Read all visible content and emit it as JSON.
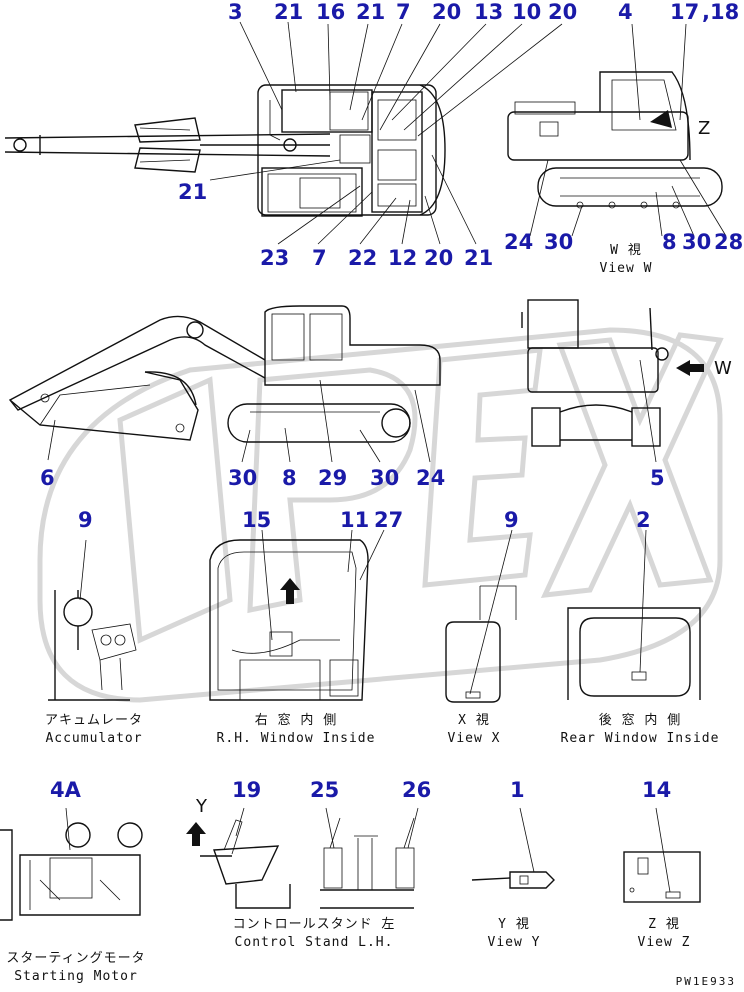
{
  "watermark_text": "OPEX",
  "document_code": "PW1E933",
  "view_marker_w": "W",
  "view_marker_z": "Z",
  "view_marker_y": "Y",
  "callouts": {
    "top_view": [
      "3",
      "21",
      "16",
      "21",
      "7",
      "20",
      "13",
      "10",
      "20",
      "21",
      "23",
      "7",
      "22",
      "12",
      "20",
      "21"
    ],
    "view_w": [
      "4",
      "17",
      ",18",
      "24",
      "30",
      "8",
      "30",
      "28"
    ],
    "side_view": [
      "6",
      "30",
      "8",
      "29",
      "30",
      "24"
    ],
    "rear_view": [
      "5"
    ],
    "accumulator": [
      "9"
    ],
    "rh_window": [
      "15",
      "11",
      "27"
    ],
    "view_x": [
      "9"
    ],
    "rear_window": [
      "2"
    ],
    "starting_motor": [
      "4A"
    ],
    "control_stand": [
      "19",
      "25",
      "26"
    ],
    "view_y": [
      "1"
    ],
    "view_z": [
      "14"
    ]
  },
  "captions": {
    "view_w_jp": "W 視",
    "view_w_en": "View W",
    "accumulator_jp": "アキュムレータ",
    "accumulator_en": "Accumulator",
    "rh_window_jp": "右 窓 内 側",
    "rh_window_en": "R.H. Window Inside",
    "view_x_jp": "X 視",
    "view_x_en": "View X",
    "rear_window_jp": "後 窓 内 側",
    "rear_window_en": "Rear Window Inside",
    "starting_motor_jp": "スターティングモータ",
    "starting_motor_en": "Starting Motor",
    "control_stand_jp": "コントロールスタンド 左",
    "control_stand_en": "Control Stand L.H.",
    "view_y_jp": "Y 視",
    "view_y_en": "View Y",
    "view_z_jp": "Z 視",
    "view_z_en": "View Z"
  }
}
